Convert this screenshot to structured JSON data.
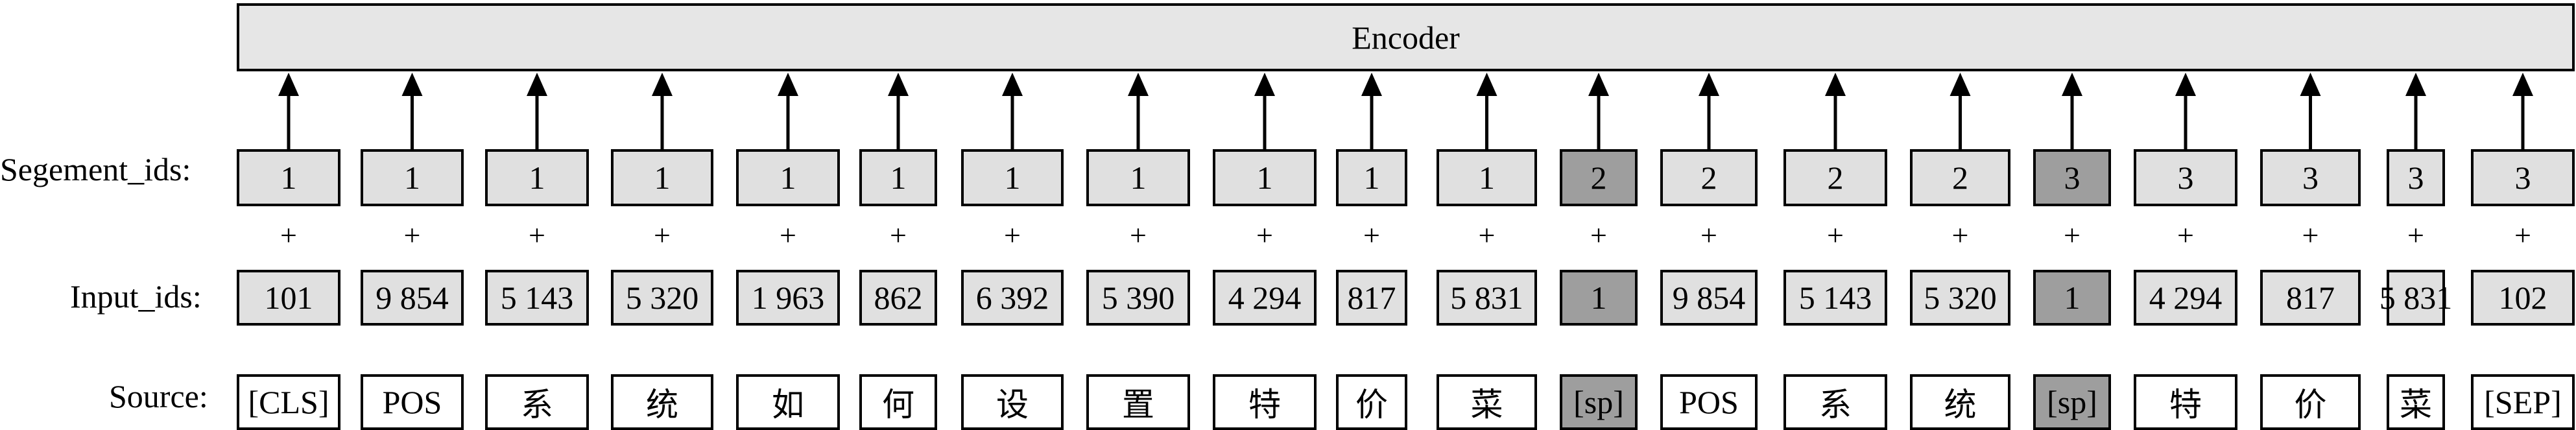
{
  "encoder": {
    "label": "Encoder"
  },
  "labels": {
    "segment": "Segement_ids:",
    "input": "Input_ids:",
    "source": "Source:"
  },
  "plus_symbol": "+",
  "columns": [
    {
      "segment": "1",
      "input": "101",
      "source": "[CLS]",
      "highlight": false
    },
    {
      "segment": "1",
      "input": "9 854",
      "source": "POS",
      "highlight": false
    },
    {
      "segment": "1",
      "input": "5 143",
      "source": "系",
      "highlight": false
    },
    {
      "segment": "1",
      "input": "5 320",
      "source": "统",
      "highlight": false
    },
    {
      "segment": "1",
      "input": "1 963",
      "source": "如",
      "highlight": false
    },
    {
      "segment": "1",
      "input": "862",
      "source": "何",
      "highlight": false
    },
    {
      "segment": "1",
      "input": "6 392",
      "source": "设",
      "highlight": false
    },
    {
      "segment": "1",
      "input": "5 390",
      "source": "置",
      "highlight": false
    },
    {
      "segment": "1",
      "input": "4 294",
      "source": "特",
      "highlight": false
    },
    {
      "segment": "1",
      "input": "817",
      "source": "价",
      "highlight": false
    },
    {
      "segment": "1",
      "input": "5 831",
      "source": "菜",
      "highlight": false
    },
    {
      "segment": "2",
      "input": "1",
      "source": "[sp]",
      "highlight": true
    },
    {
      "segment": "2",
      "input": "9 854",
      "source": "POS",
      "highlight": false
    },
    {
      "segment": "2",
      "input": "5 143",
      "source": "系",
      "highlight": false
    },
    {
      "segment": "2",
      "input": "5 320",
      "source": "统",
      "highlight": false
    },
    {
      "segment": "3",
      "input": "1",
      "source": "[sp]",
      "highlight": true
    },
    {
      "segment": "3",
      "input": "4 294",
      "source": "特",
      "highlight": false
    },
    {
      "segment": "3",
      "input": "817",
      "source": "价",
      "highlight": false
    },
    {
      "segment": "3",
      "input": "5 831",
      "source": "菜",
      "highlight": false
    },
    {
      "segment": "3",
      "input": "102",
      "source": "[SEP]",
      "highlight": false
    }
  ],
  "colors": {
    "box_fill": "#e0e0e0",
    "highlight_fill": "#9e9e9e",
    "encoder_fill": "#e6e6e6"
  }
}
